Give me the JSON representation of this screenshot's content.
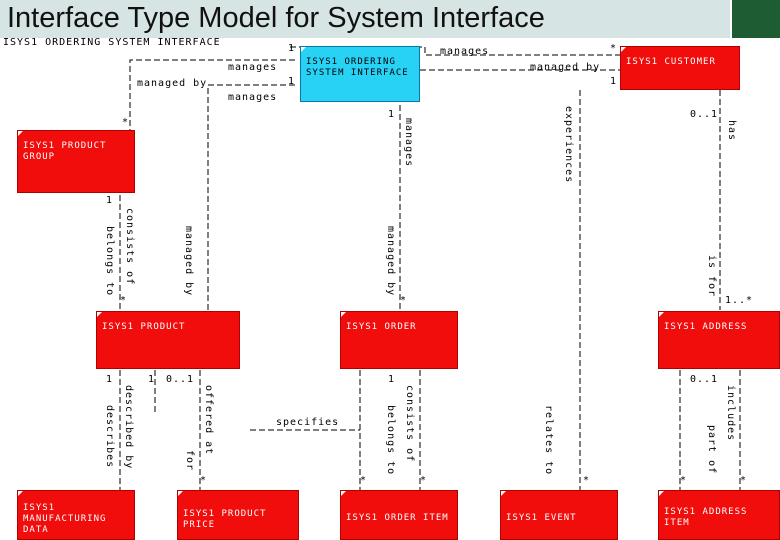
{
  "title": "Interface Type Model for System Interface",
  "subtitle": "ISYS1 ORDERING SYSTEM INTERFACE",
  "entities": {
    "ordering_system_interface": "ISYS1 ORDERING\nSYSTEM INTERFACE",
    "customer": "ISYS1 CUSTOMER",
    "product_group": "ISYS1 PRODUCT\nGROUP",
    "product": "ISYS1 PRODUCT",
    "order": "ISYS1 ORDER",
    "address": "ISYS1 ADDRESS",
    "manufacturing_data": "ISYS1\nMANUFACTURING\nDATA",
    "product_price": "ISYS1 PRODUCT\nPRICE",
    "order_item": "ISYS1 ORDER ITEM",
    "event": "ISYS1 EVENT",
    "address_item": "ISYS1 ADDRESS\nITEM"
  },
  "relationships": {
    "manages_top": "manages",
    "managed_by_right": "managed by",
    "manages_left": "manages",
    "managed_by_left": "managed by",
    "manages_left2": "manages",
    "manages_order": "manages",
    "experiences": "experiences",
    "has": "has",
    "consists_of": "consists of",
    "belongs_to": "belongs to",
    "managed_by_pg": "managed by",
    "managed_by_order": "managed by",
    "is_for": "is for",
    "described_by": "described by",
    "describes": "describes",
    "offered_at": "offered at",
    "for": "for",
    "specifies": "specifies",
    "consists_of_order": "consists of",
    "belongs_to_order": "belongs to",
    "relates_to": "relates to",
    "includes": "includes",
    "part_of": "part of"
  },
  "multiplicities": {
    "m1": "1",
    "m2": "*",
    "m3": "1",
    "m4": "1",
    "m5": "*",
    "m6": "1",
    "m7": "0..1",
    "m8": "1",
    "m9": "*",
    "m10": "*",
    "m11": "1..*",
    "m12": "1",
    "m13": "1",
    "m14": "0..1",
    "m15": "1",
    "m16": "0..1",
    "m17": "*",
    "m18": "*",
    "m19": "*",
    "m20": "*",
    "m21": "*",
    "m22": "*"
  },
  "colors": {
    "entity": "#f20d0d",
    "interface": "#27d2f4",
    "title_bar": "#d7e4e4",
    "corner": "#1e5c33"
  }
}
